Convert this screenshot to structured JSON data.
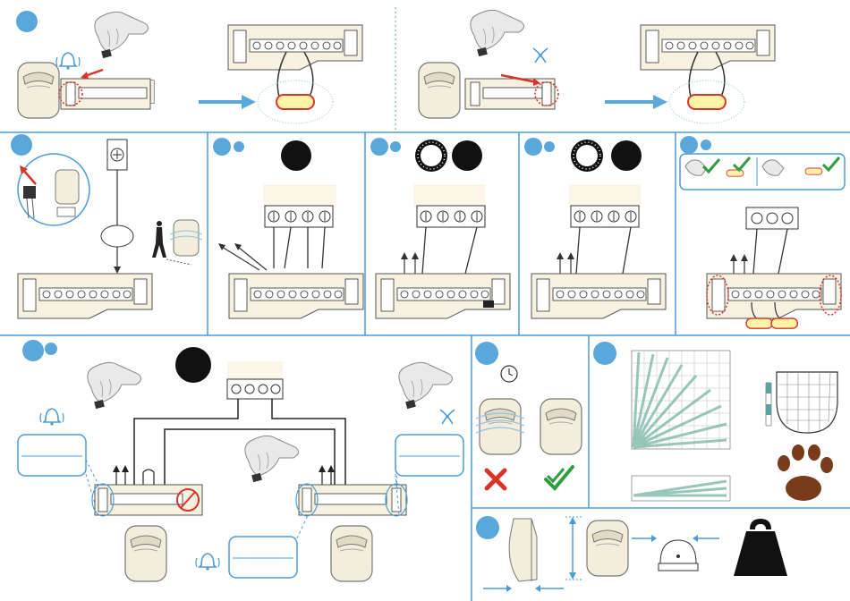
{
  "palette": {
    "accent_blue": "#5aa7dc",
    "panel_border": "#4a9bd6",
    "alarm_red": "#d9342b",
    "ok_green": "#2e9e3f",
    "device_cream": "#f3eddc",
    "terminal_fill": "#f7f1e1",
    "lens_fill": "#fff3a8",
    "paw_brown": "#7a3b1a",
    "ink": "#222222"
  },
  "panels": [
    {
      "id": "walk-test-tamper",
      "icons": [
        "hand-icon",
        "bell-icon",
        "pir-sensor-icon",
        "terminal-block-icon",
        "arrow-right-icon",
        "eol-resistor-icon"
      ]
    },
    {
      "id": "cut-tamper-test",
      "icons": [
        "hand-icon",
        "wire-cutter-icon",
        "pir-sensor-icon",
        "terminal-block-icon",
        "arrow-right-icon",
        "eol-resistor-icon"
      ]
    },
    {
      "id": "jumper-setup",
      "icons": [
        "jumper-icon",
        "screw-terminal-icon",
        "person-walking-icon"
      ]
    },
    {
      "id": "wiring-4-wire",
      "icons": [
        "black-dot-icon",
        "terminal-block-icon"
      ]
    },
    {
      "id": "wiring-2-wire-nc",
      "icons": [
        "star-dot-icon",
        "black-dot-icon",
        "terminal-block-icon"
      ]
    },
    {
      "id": "wiring-2-wire-no",
      "icons": [
        "star-dot-icon",
        "black-dot-icon",
        "terminal-block-icon"
      ]
    },
    {
      "id": "eol-options",
      "icons": [
        "check-icon",
        "eol-resistor-icon",
        "terminal-block-icon"
      ]
    },
    {
      "id": "tamper-loop-wiring",
      "icons": [
        "hand-icon",
        "bell-icon",
        "wire-cutter-icon",
        "no-symbol-icon",
        "pir-sensor-icon"
      ]
    },
    {
      "id": "warm-up",
      "icons": [
        "clock-icon",
        "cross-icon",
        "check-icon"
      ]
    },
    {
      "id": "coverage-pattern",
      "icons": [
        "detection-zone-icon",
        "lens-icon",
        "paw-icon"
      ]
    },
    {
      "id": "dimensions",
      "icons": [
        "pir-side-view-icon",
        "pir-sensor-icon",
        "dome-icon",
        "weight-icon"
      ]
    }
  ]
}
